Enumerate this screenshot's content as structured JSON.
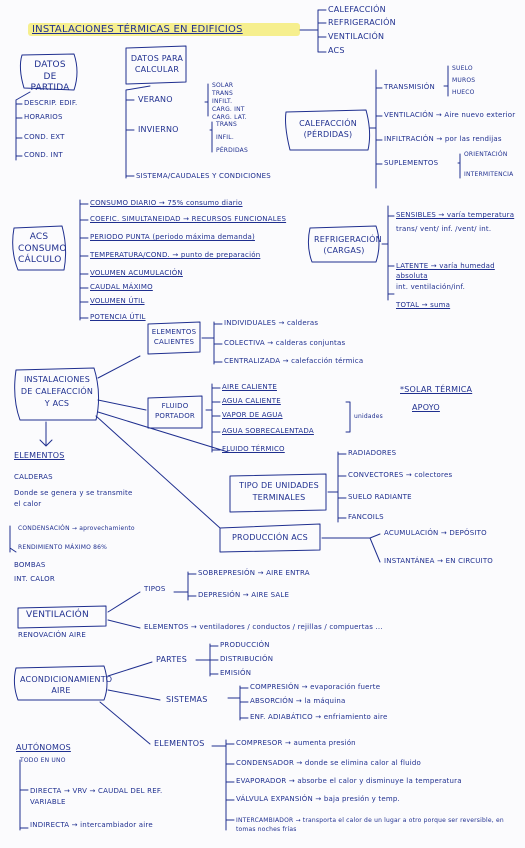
{
  "title": "INSTALACIONES TÉRMICAS EN EDIFICIOS",
  "title_branches": [
    "CALEFACCIÓN",
    "REFRIGERACIÓN",
    "VENTILACIÓN",
    "ACS"
  ],
  "datos_partida": {
    "label": "DATOS DE PARTIDA",
    "items": [
      "DESCRIP. EDIF.",
      "HORARIOS",
      "COND. EXT",
      "COND. INT"
    ]
  },
  "datos_calcular": {
    "label": "DATOS PARA CALCULAR",
    "verano": "VERANO",
    "verano_items": [
      "SOLAR",
      "TRANS",
      "INFILT.",
      "CARG. INT",
      "CARG. LAT."
    ],
    "invierno": "INVIERNO",
    "invierno_items": [
      "TRANS",
      "INFIL.",
      "PÉRDIDAS"
    ],
    "sistema": "SISTEMA/CAUDALES Y CONDICIONES"
  },
  "calefaccion": {
    "label": "CALEFACCIÓN (PÉRDIDAS)",
    "transmision": "TRANSMISIÓN",
    "transmision_items": [
      "SUELO",
      "MUROS",
      "HUECO"
    ],
    "ventilacion": "VENTILACIÓN → Aire nuevo exterior",
    "infiltracion": "INFILTRACIÓN → por las rendijas",
    "suplementos": "SUPLEMENTOS",
    "suplementos_items": [
      "ORIENTACIÓN",
      "INTERMITENCIA"
    ]
  },
  "acs": {
    "label": "ACS CONSUMO CÁLCULO",
    "items": [
      "CONSUMO DIARIO → 75% consumo diario",
      "COEFIC. SIMULTANEIDAD → RECURSOS FUNCIONALES",
      "PERIODO PUNTA (periodo máxima demanda)",
      "TEMPERATURA/COND. → punto de preparación",
      "VOLUMEN ACUMULACIÓN",
      "CAUDAL MÁXIMO",
      "VOLUMEN ÚTIL",
      "POTENCIA ÚTIL"
    ]
  },
  "refrigeracion": {
    "label": "REFRIGERACIÓN (CARGAS)",
    "sensibles": "SENSIBLES → varía temperatura",
    "sensibles_sub": "trans/ vent/ inf. /vent/ int.",
    "latente": "LATENTE → varía humedad absoluta",
    "latente_sub": "int. ventilación/inf.",
    "total": "TOTAL → suma"
  },
  "instalaciones": {
    "label": "INSTALACIONES DE CALEFACCIÓN Y ACS",
    "elementos_label": "ELEMENTOS",
    "elementos_items": [
      "CALDERAS",
      "Donde se genera y se transmite el calor",
      "CONDENSACIÓN → aprovechamiento",
      "RENDIMIENTO MÁXIMO 86%",
      "BOMBAS",
      "INT. CALOR"
    ]
  },
  "elementos_calientes": {
    "label": "ELEMENTOS CALIENTES",
    "items": [
      "INDIVIDUALES → calderas",
      "COLECTIVA → calderas conjuntas",
      "CENTRALIZADA → calefacción térmica"
    ]
  },
  "fluido_portador": {
    "label": "FLUIDO PORTADOR",
    "items": [
      "AIRE CALIENTE",
      "AGUA CALIENTE",
      "VAPOR DE AGUA",
      "AGUA SOBRECALENTADA",
      "FLUIDO TÉRMICO"
    ],
    "note": "unidades"
  },
  "solar": {
    "label": "*SOLAR TÉRMICA",
    "sub": "APOYO"
  },
  "tipo_unidades": {
    "label": "TIPO DE UNIDADES TERMINALES",
    "items": [
      "RADIADORES",
      "CONVECTORES → colectores",
      "SUELO RADIANTE",
      "FANCOILS"
    ]
  },
  "produccion_acs": {
    "label": "PRODUCCIÓN ACS",
    "items": [
      "ACUMULACIÓN → DEPÓSITO",
      "INSTANTÁNEA → EN CIRCUITO"
    ]
  },
  "ventilacion": {
    "label": "VENTILACIÓN",
    "sub": "RENOVACIÓN AIRE",
    "tipos": "TIPOS",
    "tipos_items": [
      "SOBREPRESIÓN → AIRE ENTRA",
      "DEPRESIÓN → AIRE SALE"
    ],
    "elementos": "ELEMENTOS → ventiladores / conductos / rejillas / compuertas ..."
  },
  "acondicionamiento": {
    "label": "ACONDICIONAMIENTO AIRE",
    "partes": "PARTES",
    "partes_items": [
      "PRODUCCIÓN",
      "DISTRIBUCIÓN",
      "EMISIÓN"
    ],
    "sistemas": "SISTEMAS",
    "sistemas_items": [
      "COMPRESIÓN → evaporación fuerte",
      "ABSORCIÓN → la máquina",
      "ENF. ADIABÁTICO → enfriamiento aire"
    ],
    "elementos": "ELEMENTOS",
    "elementos_items": [
      "COMPRESOR → aumenta presión",
      "CONDENSADOR → donde se elimina calor al fluido",
      "EVAPORADOR → absorbe el calor y disminuye la temperatura",
      "VÁLVULA EXPANSIÓN → baja presión y temp.",
      "INTERCAMBIADOR → transporta el calor de un lugar a otro porque ser reversible, en tomas noches frías"
    ]
  },
  "autonomos": {
    "label": "AUTÓNOMOS",
    "sub": "TODO EN UNO",
    "directa": "DIRECTA → VRV → CAUDAL DEL REF. VARIABLE",
    "indirecta": "INDIRECTA → intercambiador aire"
  }
}
